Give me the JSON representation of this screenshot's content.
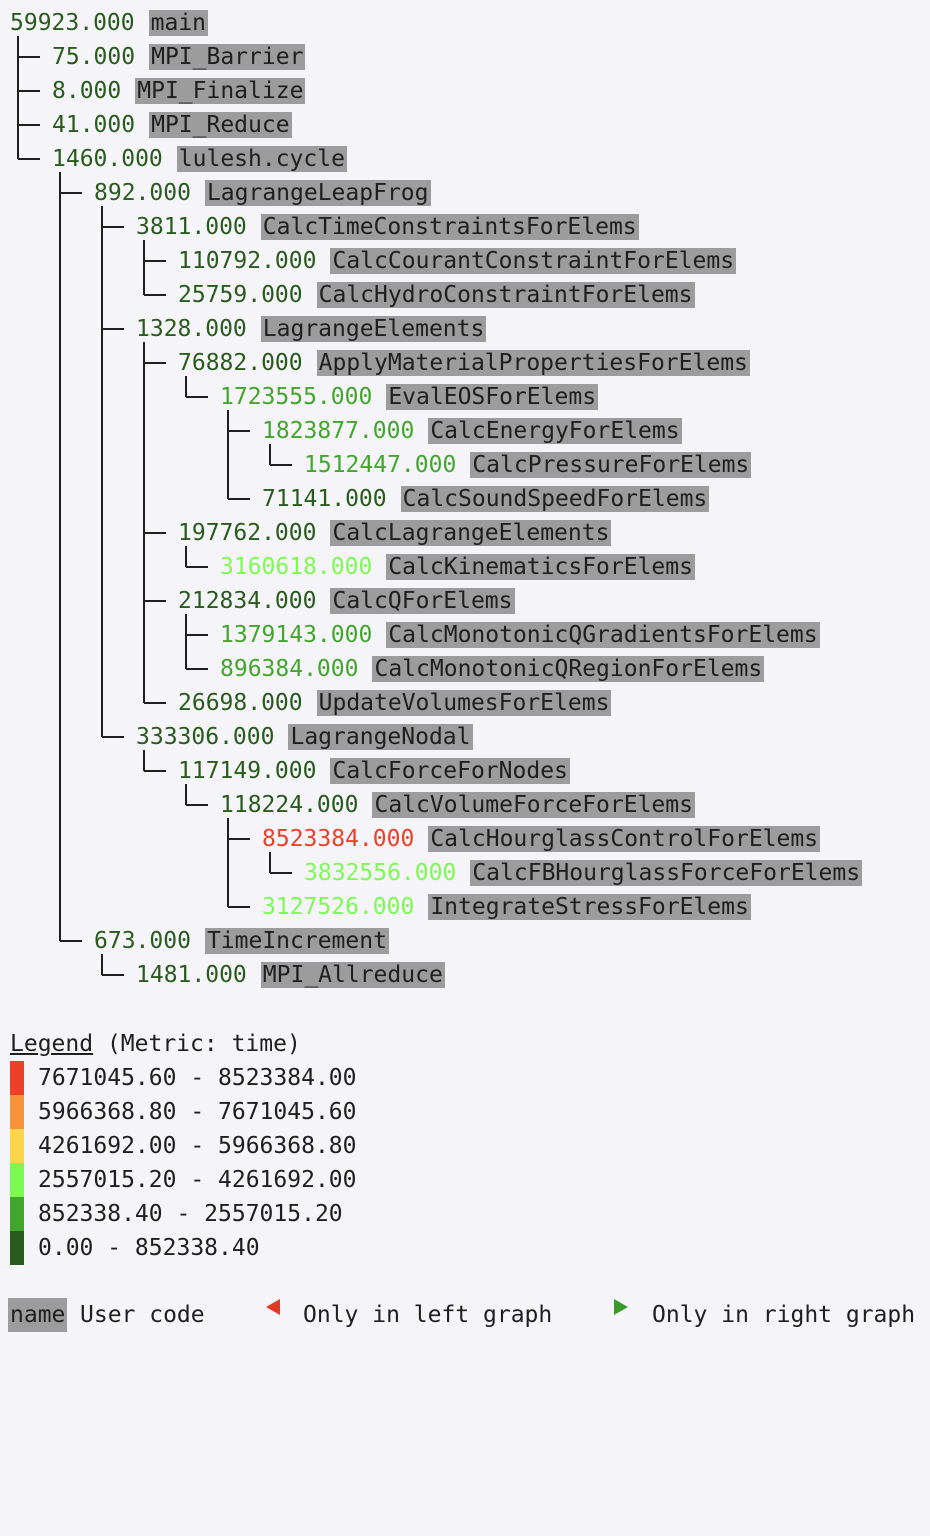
{
  "colors": {
    "bucket_0": "#295b1c",
    "bucket_1": "#43a62c",
    "bucket_2": "#7dfa51",
    "bucket_3": "#fbd54a",
    "bucket_4": "#f7933a",
    "bucket_5": "#ec4028",
    "name_bg": "#9c9c9c",
    "lines": "#1f1f1f",
    "left_marker": "#e03a26",
    "right_marker": "#3c9a2a"
  },
  "tree": [
    {
      "id": "n0",
      "parent": null,
      "depth": 0,
      "value": "59923.000",
      "name": "main",
      "bucket": 0
    },
    {
      "id": "n1",
      "parent": "n0",
      "depth": 1,
      "value": "75.000",
      "name": "MPI_Barrier",
      "bucket": 0
    },
    {
      "id": "n2",
      "parent": "n0",
      "depth": 1,
      "value": "8.000",
      "name": "MPI_Finalize",
      "bucket": 0
    },
    {
      "id": "n3",
      "parent": "n0",
      "depth": 1,
      "value": "41.000",
      "name": "MPI_Reduce",
      "bucket": 0
    },
    {
      "id": "n4",
      "parent": "n0",
      "depth": 1,
      "value": "1460.000",
      "name": "lulesh.cycle",
      "bucket": 0
    },
    {
      "id": "n5",
      "parent": "n4",
      "depth": 2,
      "value": "892.000",
      "name": "LagrangeLeapFrog",
      "bucket": 0
    },
    {
      "id": "n6",
      "parent": "n5",
      "depth": 3,
      "value": "3811.000",
      "name": "CalcTimeConstraintsForElems",
      "bucket": 0
    },
    {
      "id": "n7",
      "parent": "n6",
      "depth": 4,
      "value": "110792.000",
      "name": "CalcCourantConstraintForElems",
      "bucket": 0
    },
    {
      "id": "n8",
      "parent": "n6",
      "depth": 4,
      "value": "25759.000",
      "name": "CalcHydroConstraintForElems",
      "bucket": 0
    },
    {
      "id": "n9",
      "parent": "n5",
      "depth": 3,
      "value": "1328.000",
      "name": "LagrangeElements",
      "bucket": 0
    },
    {
      "id": "n10",
      "parent": "n9",
      "depth": 4,
      "value": "76882.000",
      "name": "ApplyMaterialPropertiesForElems",
      "bucket": 0
    },
    {
      "id": "n11",
      "parent": "n10",
      "depth": 5,
      "value": "1723555.000",
      "name": "EvalEOSForElems",
      "bucket": 1
    },
    {
      "id": "n12",
      "parent": "n11",
      "depth": 6,
      "value": "1823877.000",
      "name": "CalcEnergyForElems",
      "bucket": 1
    },
    {
      "id": "n13",
      "parent": "n12",
      "depth": 7,
      "value": "1512447.000",
      "name": "CalcPressureForElems",
      "bucket": 1
    },
    {
      "id": "n14",
      "parent": "n11",
      "depth": 6,
      "value": "71141.000",
      "name": "CalcSoundSpeedForElems",
      "bucket": 0
    },
    {
      "id": "n15",
      "parent": "n9",
      "depth": 4,
      "value": "197762.000",
      "name": "CalcLagrangeElements",
      "bucket": 0
    },
    {
      "id": "n16",
      "parent": "n15",
      "depth": 5,
      "value": "3160618.000",
      "name": "CalcKinematicsForElems",
      "bucket": 2
    },
    {
      "id": "n17",
      "parent": "n9",
      "depth": 4,
      "value": "212834.000",
      "name": "CalcQForElems",
      "bucket": 0
    },
    {
      "id": "n18",
      "parent": "n17",
      "depth": 5,
      "value": "1379143.000",
      "name": "CalcMonotonicQGradientsForElems",
      "bucket": 1
    },
    {
      "id": "n19",
      "parent": "n17",
      "depth": 5,
      "value": "896384.000",
      "name": "CalcMonotonicQRegionForElems",
      "bucket": 1
    },
    {
      "id": "n20",
      "parent": "n9",
      "depth": 4,
      "value": "26698.000",
      "name": "UpdateVolumesForElems",
      "bucket": 0
    },
    {
      "id": "n21",
      "parent": "n5",
      "depth": 3,
      "value": "333306.000",
      "name": "LagrangeNodal",
      "bucket": 0
    },
    {
      "id": "n22",
      "parent": "n21",
      "depth": 4,
      "value": "117149.000",
      "name": "CalcForceForNodes",
      "bucket": 0
    },
    {
      "id": "n23",
      "parent": "n22",
      "depth": 5,
      "value": "118224.000",
      "name": "CalcVolumeForceForElems",
      "bucket": 0
    },
    {
      "id": "n24",
      "parent": "n23",
      "depth": 6,
      "value": "8523384.000",
      "name": "CalcHourglassControlForElems",
      "bucket": 5
    },
    {
      "id": "n25",
      "parent": "n24",
      "depth": 7,
      "value": "3832556.000",
      "name": "CalcFBHourglassForceForElems",
      "bucket": 2
    },
    {
      "id": "n26",
      "parent": "n23",
      "depth": 6,
      "value": "3127526.000",
      "name": "IntegrateStressForElems",
      "bucket": 2
    },
    {
      "id": "n27",
      "parent": "n4",
      "depth": 2,
      "value": "673.000",
      "name": "TimeIncrement",
      "bucket": 0
    },
    {
      "id": "n28",
      "parent": "n27",
      "depth": 3,
      "value": "1481.000",
      "name": "MPI_Allreduce",
      "bucket": 0
    }
  ],
  "legend": {
    "title_underlined": "Legend",
    "title_rest": " (Metric: time)",
    "rows": [
      {
        "range": "7671045.60 - 8523384.00",
        "bucket": 5
      },
      {
        "range": "5966368.80 - 7671045.60",
        "bucket": 4
      },
      {
        "range": "4261692.00 - 5966368.80",
        "bucket": 3
      },
      {
        "range": "2557015.20 - 4261692.00",
        "bucket": 2
      },
      {
        "range": "852338.40 - 2557015.20",
        "bucket": 1
      },
      {
        "range": "0.00 - 852338.40",
        "bucket": 0
      }
    ]
  },
  "footer": {
    "name_sample": "name",
    "user_code_label": "User code",
    "left_only_label": "Only in left graph",
    "right_only_label": "Only in right graph"
  }
}
